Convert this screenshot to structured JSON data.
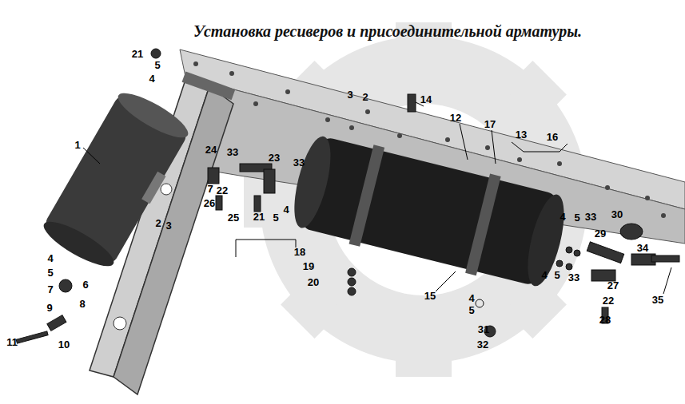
{
  "diagram": {
    "title": "Установка ресиверов и присоединительной арматуры.",
    "labels": [
      "21",
      "5",
      "4",
      "1",
      "24",
      "33",
      "23",
      "33",
      "3",
      "2",
      "14",
      "12",
      "17",
      "13",
      "16",
      "7",
      "22",
      "26",
      "25",
      "21",
      "5",
      "4",
      "2",
      "3",
      "4",
      "5",
      "6",
      "7",
      "8",
      "9",
      "10",
      "11",
      "18",
      "19",
      "20",
      "15",
      "4",
      "5",
      "33",
      "30",
      "29",
      "34",
      "4",
      "5",
      "33",
      "27",
      "22",
      "35",
      "28",
      "4",
      "5",
      "31",
      "32"
    ]
  }
}
